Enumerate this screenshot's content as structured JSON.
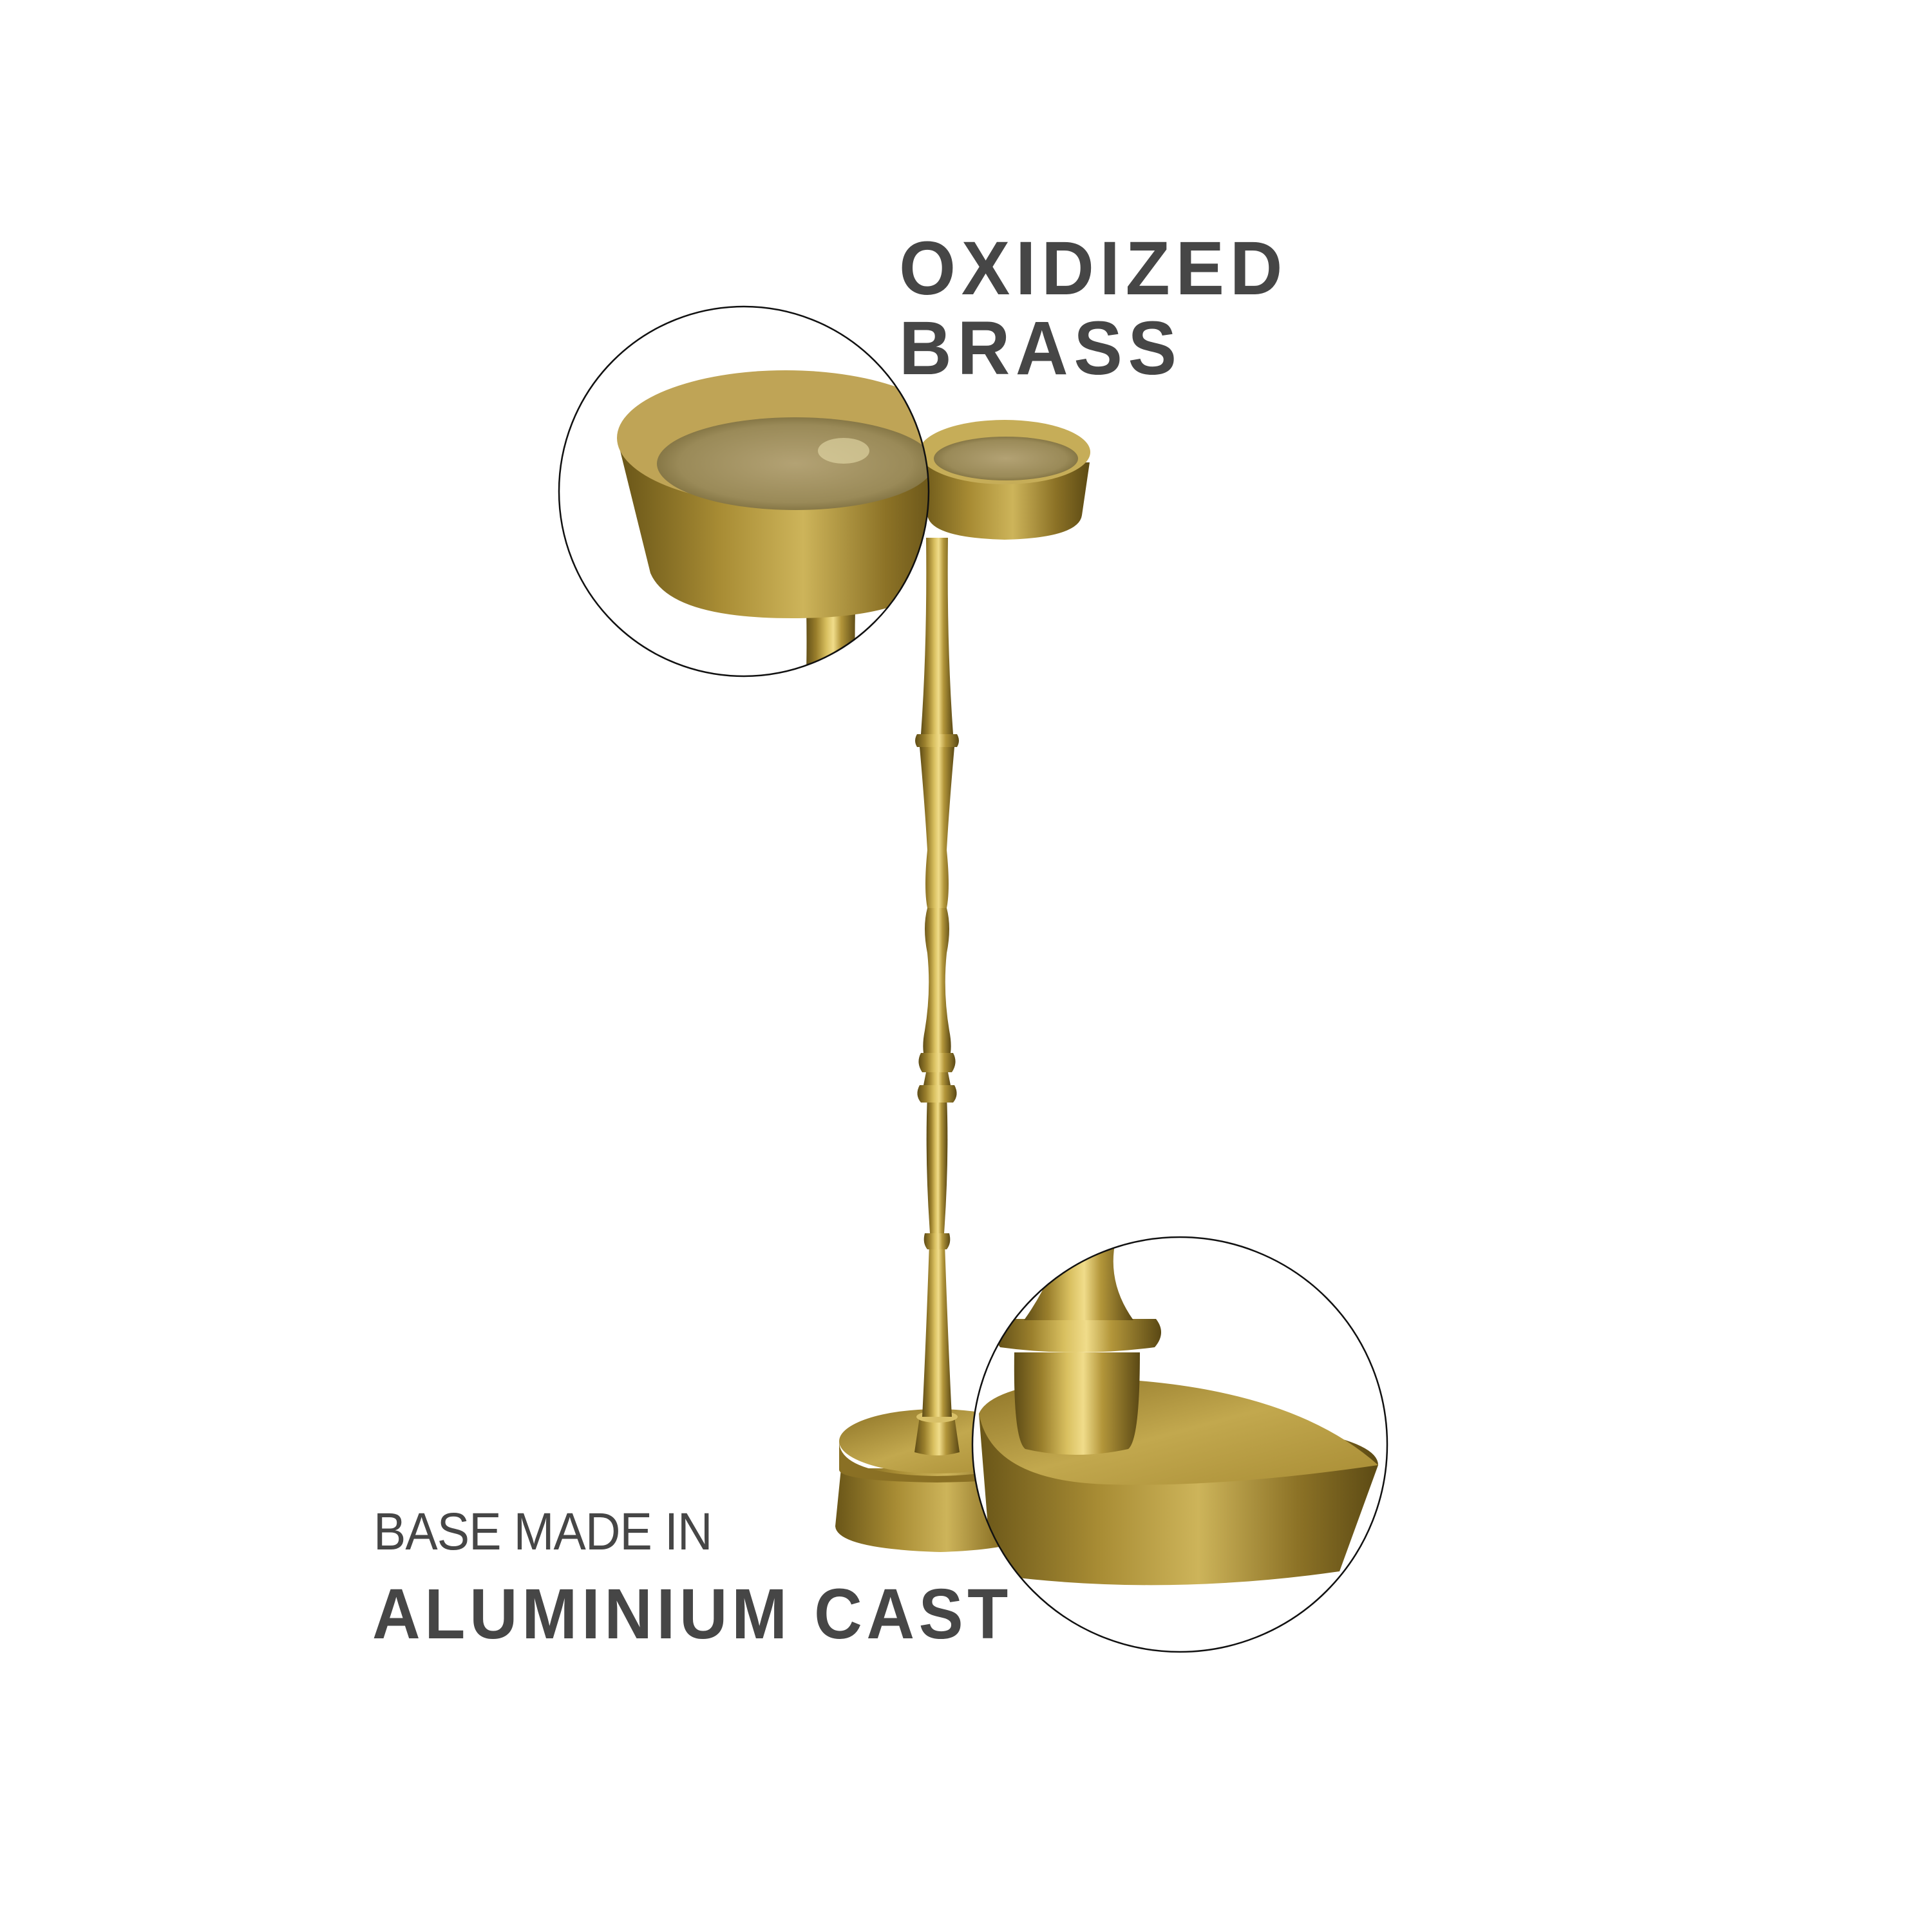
{
  "image": {
    "background": "#ffffff",
    "subject": "brass pedestal candle holder / side stand",
    "text_color": "#464646",
    "metal_colors": {
      "highlight": "#e8d27a",
      "mid": "#b89a3c",
      "shadow": "#6e5a1c",
      "deep": "#4a3c12"
    }
  },
  "callouts": {
    "top": {
      "line1": "OXIDIZED",
      "line2": "BRASS",
      "detail": "tray-closeup"
    },
    "bottom": {
      "line1": "BASE MADE IN",
      "line2": "ALUMINIUM CAST",
      "detail": "base-closeup"
    }
  }
}
